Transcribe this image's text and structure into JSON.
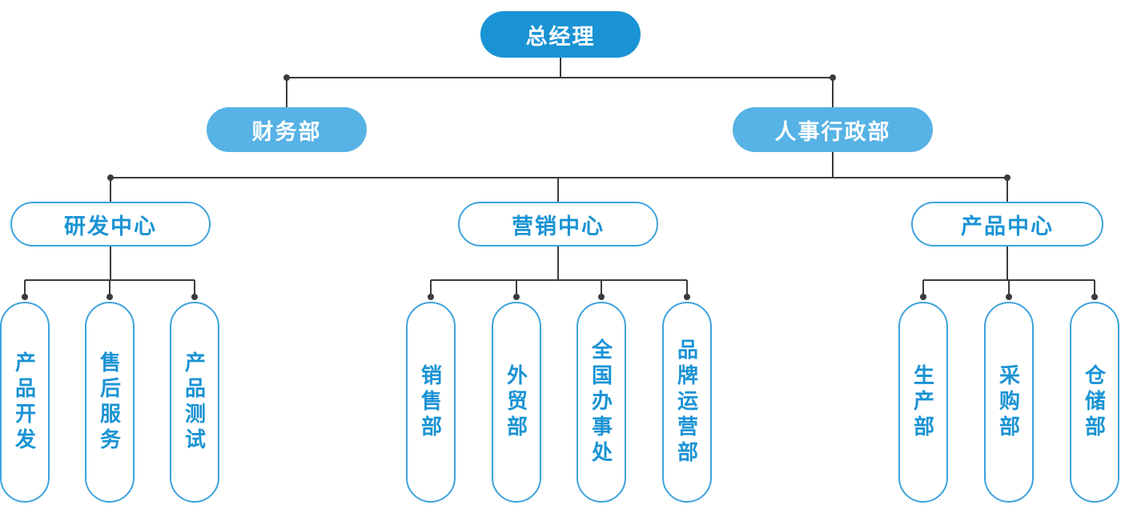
{
  "diagram_type": "org-chart",
  "colors": {
    "primary": "#1a93d4",
    "secondary": "#57b2e5",
    "border": "#3fa3dc",
    "line": "#3b3b3b"
  },
  "chart": {
    "root": {
      "label": "总经理"
    },
    "level2": [
      {
        "label": "财务部"
      },
      {
        "label": "人事行政部"
      }
    ],
    "centers": [
      {
        "label": "研发中心",
        "children": [
          {
            "label": "产品开发"
          },
          {
            "label": "售后服务"
          },
          {
            "label": "产品测试"
          }
        ]
      },
      {
        "label": "营销中心",
        "children": [
          {
            "label": "销售部"
          },
          {
            "label": "外贸部"
          },
          {
            "label": "全国办事处"
          },
          {
            "label": "品牌运营部"
          }
        ]
      },
      {
        "label": "产品中心",
        "children": [
          {
            "label": "生产部"
          },
          {
            "label": "采购部"
          },
          {
            "label": "仓储部"
          }
        ]
      }
    ]
  }
}
